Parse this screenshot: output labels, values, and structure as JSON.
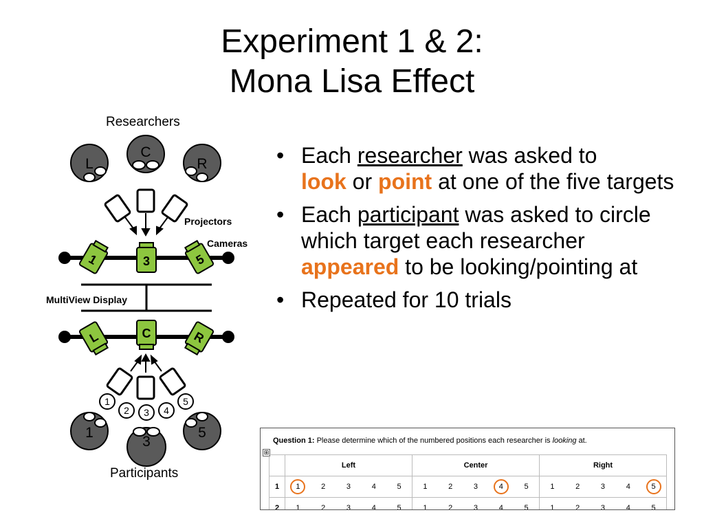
{
  "title": {
    "line1": "Experiment 1 & 2:",
    "line2": "Mona Lisa Effect"
  },
  "diagram": {
    "researchers_label": "Researchers",
    "participants_label": "Participants",
    "projectors_label": "Projectors",
    "cameras_label": "Cameras",
    "display_label": "MultiView Display",
    "researcher_heads": [
      "L",
      "C",
      "R"
    ],
    "top_cameras": [
      "1",
      "3",
      "5"
    ],
    "bottom_cameras": [
      "L",
      "C",
      "R"
    ],
    "targets": [
      "1",
      "2",
      "3",
      "4",
      "5"
    ],
    "participant_heads": [
      "1",
      "3",
      "5"
    ],
    "colors": {
      "camera": "#8dc63f",
      "head": "#5a5a5a",
      "outline": "#000000"
    }
  },
  "bullets": {
    "b1": {
      "pre": "Each ",
      "u": "researcher",
      "mid": " was asked to ",
      "hl1": "look",
      "or": " or ",
      "hl2": "point",
      "post": " at one of the five targets"
    },
    "b2": {
      "pre": "Each ",
      "u": "participant",
      "mid": " was asked to circle which target each researcher ",
      "hl": "appeared",
      "post": " to be looking/pointing at"
    },
    "b3": "Repeated for 10 trials",
    "bullet_char": "•",
    "accent": "#e8731c"
  },
  "form": {
    "question_label": "Question 1:",
    "question_text": " Please determine which of the numbered positions each researcher is ",
    "question_em": "looking",
    "question_end": " at.",
    "expand_icon": "⊞",
    "groups": [
      "Left",
      "Center",
      "Right"
    ],
    "options": [
      "1",
      "2",
      "3",
      "4",
      "5"
    ],
    "rows": [
      {
        "label": "1",
        "selected": [
          1,
          4,
          5
        ]
      },
      {
        "label": "2",
        "selected": []
      }
    ]
  }
}
